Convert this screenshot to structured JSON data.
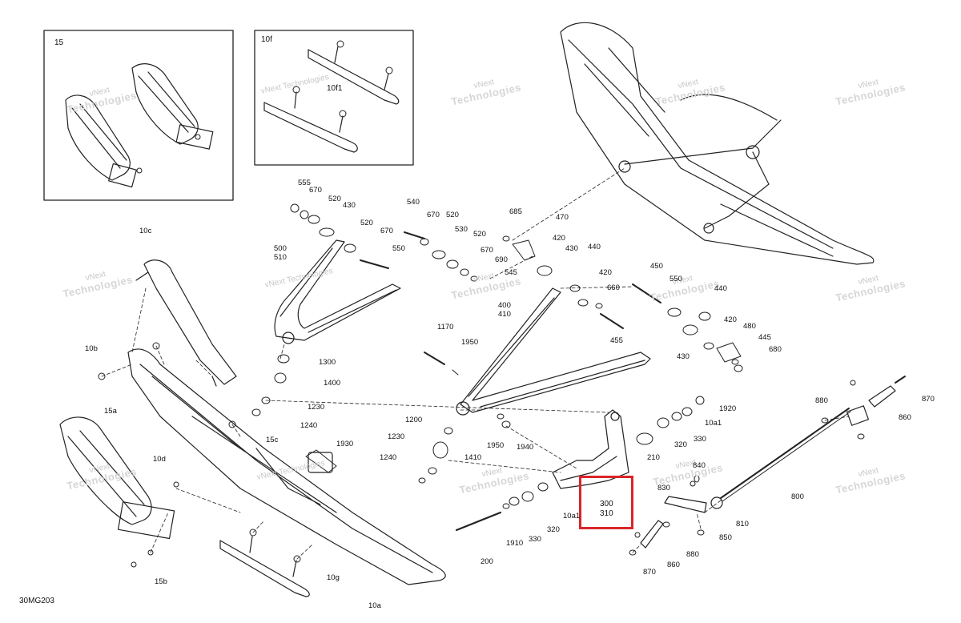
{
  "diagram": {
    "code": "30MG203",
    "accent_color": "#d9252a",
    "insets": [
      {
        "id": "inset-15",
        "label": "15"
      },
      {
        "id": "inset-10f",
        "label": "10f",
        "sublabel": "10f1"
      }
    ],
    "watermark": {
      "line1": "vNext",
      "line2": "Technologies",
      "line3": "vNext Technologies"
    },
    "highlighted": {
      "labels": [
        "300",
        "310"
      ]
    },
    "labels": {
      "p555": "555",
      "p670a": "670",
      "p520a": "520",
      "p430a": "430",
      "p520b": "520",
      "p670b": "670",
      "p550": "550",
      "p500": "500",
      "p510": "510",
      "p540": "540",
      "p670c": "670",
      "p520c": "520",
      "p530": "530",
      "p520d": "520",
      "p670d": "670",
      "p690": "690",
      "p545": "545",
      "p685": "685",
      "p470": "470",
      "p420a": "420",
      "p430b": "430",
      "p440a": "440",
      "p420b": "420",
      "p660": "660",
      "p455": "455",
      "p400": "400",
      "p410": "410",
      "p450": "450",
      "p550b": "550",
      "p440b": "440",
      "p420c": "420",
      "p480": "480",
      "p445": "445",
      "p430c": "430",
      "p680": "680",
      "p10c": "10c",
      "p10b": "10b",
      "p15a": "15a",
      "p10d": "10d",
      "p15b": "15b",
      "p15c": "15c",
      "p10g": "10g",
      "p10a": "10a",
      "p1930": "1930",
      "p1300": "1300",
      "p1400": "1400",
      "p1230a": "1230",
      "p1240a": "1240",
      "p1170": "1170",
      "p1950a": "1950",
      "p1200": "1200",
      "p1230b": "1230",
      "p1410": "1410",
      "p1240b": "1240",
      "p1950b": "1950",
      "p1940": "1940",
      "p210": "210",
      "p320a": "320",
      "p330a": "330",
      "p10a1a": "10a1",
      "p1920": "1920",
      "p200": "200",
      "p1910": "1910",
      "p330b": "330",
      "p320b": "320",
      "p10a1b": "10a1",
      "p880a": "880",
      "p870a": "870",
      "p860a": "860",
      "p800": "800",
      "p810": "810",
      "p840": "840",
      "p830": "830",
      "p850": "850",
      "p880b": "880",
      "p860b": "860",
      "p870b": "870"
    }
  }
}
